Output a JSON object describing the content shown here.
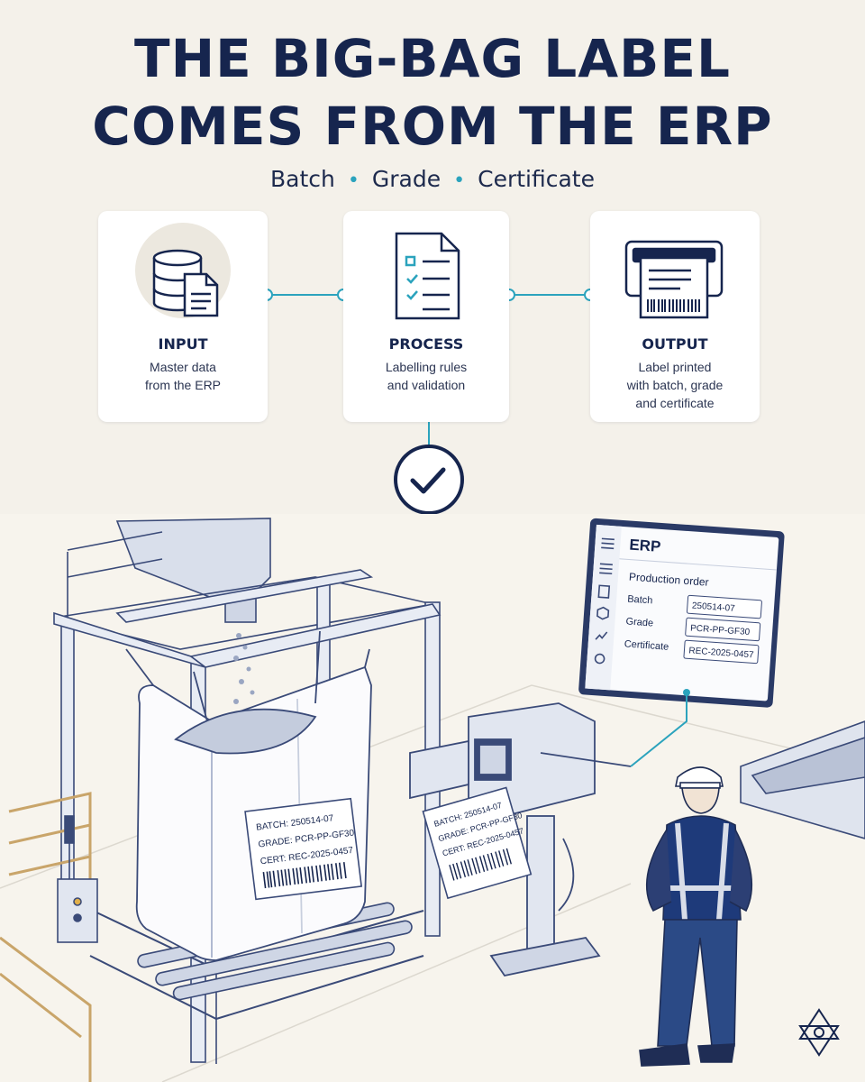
{
  "header": {
    "title_line1": "THE BIG-BAG LABEL",
    "title_line2": "COMES FROM THE ERP",
    "subtitle_items": [
      "Batch",
      "Grade",
      "Certificate"
    ]
  },
  "steps": [
    {
      "title": "INPUT",
      "desc_line1": "Master data",
      "desc_line2": "from the ERP",
      "desc_line3": ""
    },
    {
      "title": "PROCESS",
      "desc_line1": "Labelling rules",
      "desc_line2": "and validation",
      "desc_line3": ""
    },
    {
      "title": "OUTPUT",
      "desc_line1": "Label printed",
      "desc_line2": "with batch, grade",
      "desc_line3": "and certificate"
    }
  ],
  "erp_screen": {
    "title": "ERP",
    "section": "Production order",
    "fields": [
      {
        "label": "Batch",
        "value": "250514-07"
      },
      {
        "label": "Grade",
        "value": "PCR-PP-GF30"
      },
      {
        "label": "Certificate",
        "value": "REC-2025-0457"
      }
    ]
  },
  "bag_label": {
    "line1": "BATCH: 250514-07",
    "line2": "GRADE: PCR-PP-GF30",
    "line3": "CERT: REC-2025-0457"
  },
  "printed_label": {
    "line1": "BATCH: 250514-07",
    "line2": "GRADE: PCR-PP-GF30",
    "line3": "CERT: REC-2025-0457"
  },
  "colors": {
    "navy": "#16254e",
    "accent": "#2ba3bd",
    "line": "#3a4a78",
    "paper": "#f4f1ea"
  },
  "icons": [
    "database-icon",
    "checklist-document-icon",
    "label-printer-icon",
    "checkmark-circle-icon",
    "brand-logo-icon"
  ]
}
